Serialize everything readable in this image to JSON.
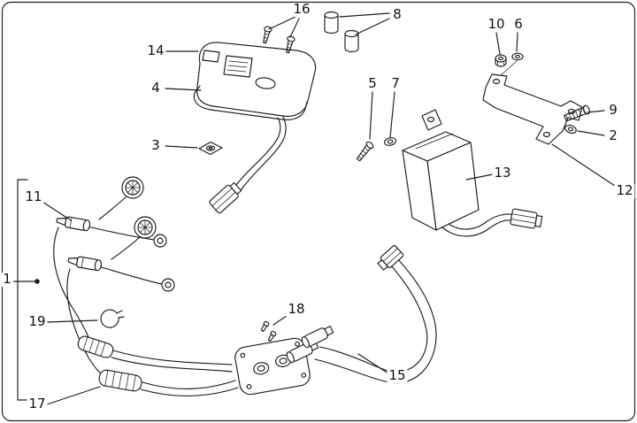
{
  "diagram": {
    "background_color": "#ffffff",
    "line_color": "#1c1c1c",
    "callouts": {
      "c1": "1",
      "c2": "2",
      "c3": "3",
      "c4": "4",
      "c5": "5",
      "c6": "6",
      "c7": "7",
      "c8": "8",
      "c9": "9",
      "c10": "10",
      "c11": "11",
      "c12": "12",
      "c13": "13",
      "c14": "14",
      "c15": "15",
      "c16": "16",
      "c17": "17",
      "c18": "18",
      "c19": "19"
    }
  }
}
